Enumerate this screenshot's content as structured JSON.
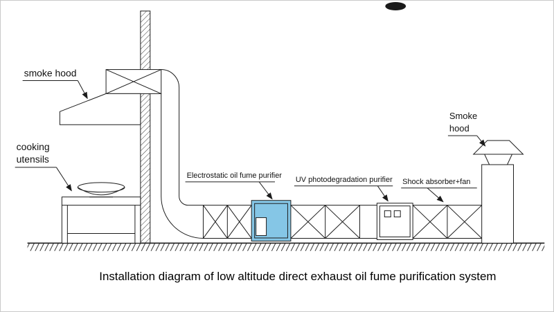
{
  "title": "Installation diagram of low altitude direct exhaust oil fume purification system",
  "labels": {
    "smoke_hood_left": "smoke hood",
    "cooking_line1": "cooking",
    "cooking_line2": "utensils",
    "electrostatic": "Electrostatic oil fume purifier",
    "uv": "UV photodegradation purifier",
    "shock_fan": "Shock absorber+fan",
    "smoke_right_line1": "Smoke",
    "smoke_right_line2": "hood"
  },
  "colors": {
    "line": "#1c1c1c",
    "electrostatic_fill": "#85c6e6"
  }
}
